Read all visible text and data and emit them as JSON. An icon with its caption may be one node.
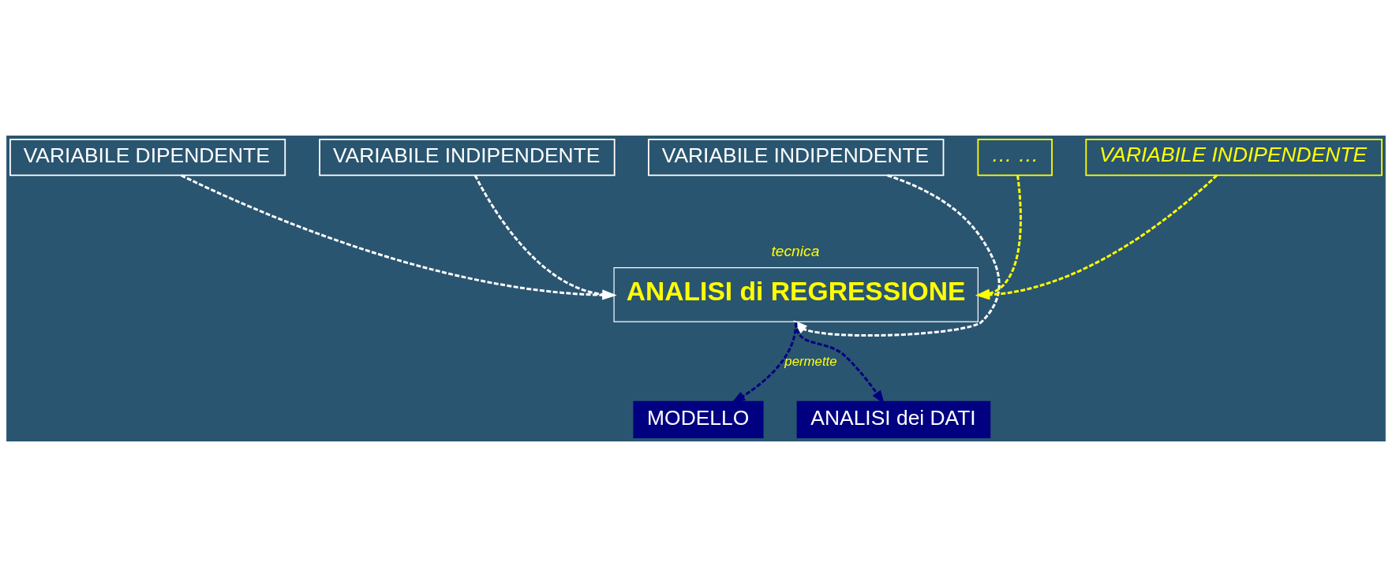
{
  "diagram": {
    "nodes": [
      {
        "text": [
          "VARIABILE DIPENDENTE"
        ]
      },
      {
        "text": [
          "VARIABILE INDIPENDENTE"
        ]
      },
      {
        "text": [
          "VARIABILE INDIPENDENTE"
        ]
      },
      {
        "text": [
          "… …"
        ]
      },
      {
        "text": [
          "VARIABILE INDIPENDENTE"
        ]
      },
      {
        "text": [
          "ANALISI di REGRESSIONE"
        ],
        "beside": [
          "tecnica"
        ]
      },
      {
        "text": [
          "MODELLO"
        ]
      },
      {
        "text": [
          "ANALISI dei DATI"
        ]
      }
    ],
    "edges": [
      {
        "from": 0,
        "to": 5,
        "arrow": "to",
        "style": "dashed"
      },
      {
        "from": 1,
        "to": 5,
        "arrow": "to",
        "style": "dashed"
      },
      {
        "from": 2,
        "to": 5,
        "arrow": "to",
        "style": "dashed"
      },
      {
        "from": 3,
        "to": 5,
        "arrow": "to",
        "style": "dashed",
        "color": "#ffff00"
      },
      {
        "from": 4,
        "to": 5,
        "arrow": "to",
        "style": "dashed",
        "color": "#ffff00"
      },
      {
        "from": 5,
        "to": 6,
        "arrow": "to",
        "style": "dashed",
        "color": "#000080",
        "label": "permette"
      },
      {
        "from": 5,
        "to": 7,
        "arrow": "to",
        "style": "dashed",
        "color": "#000080"
      }
    ]
  }
}
